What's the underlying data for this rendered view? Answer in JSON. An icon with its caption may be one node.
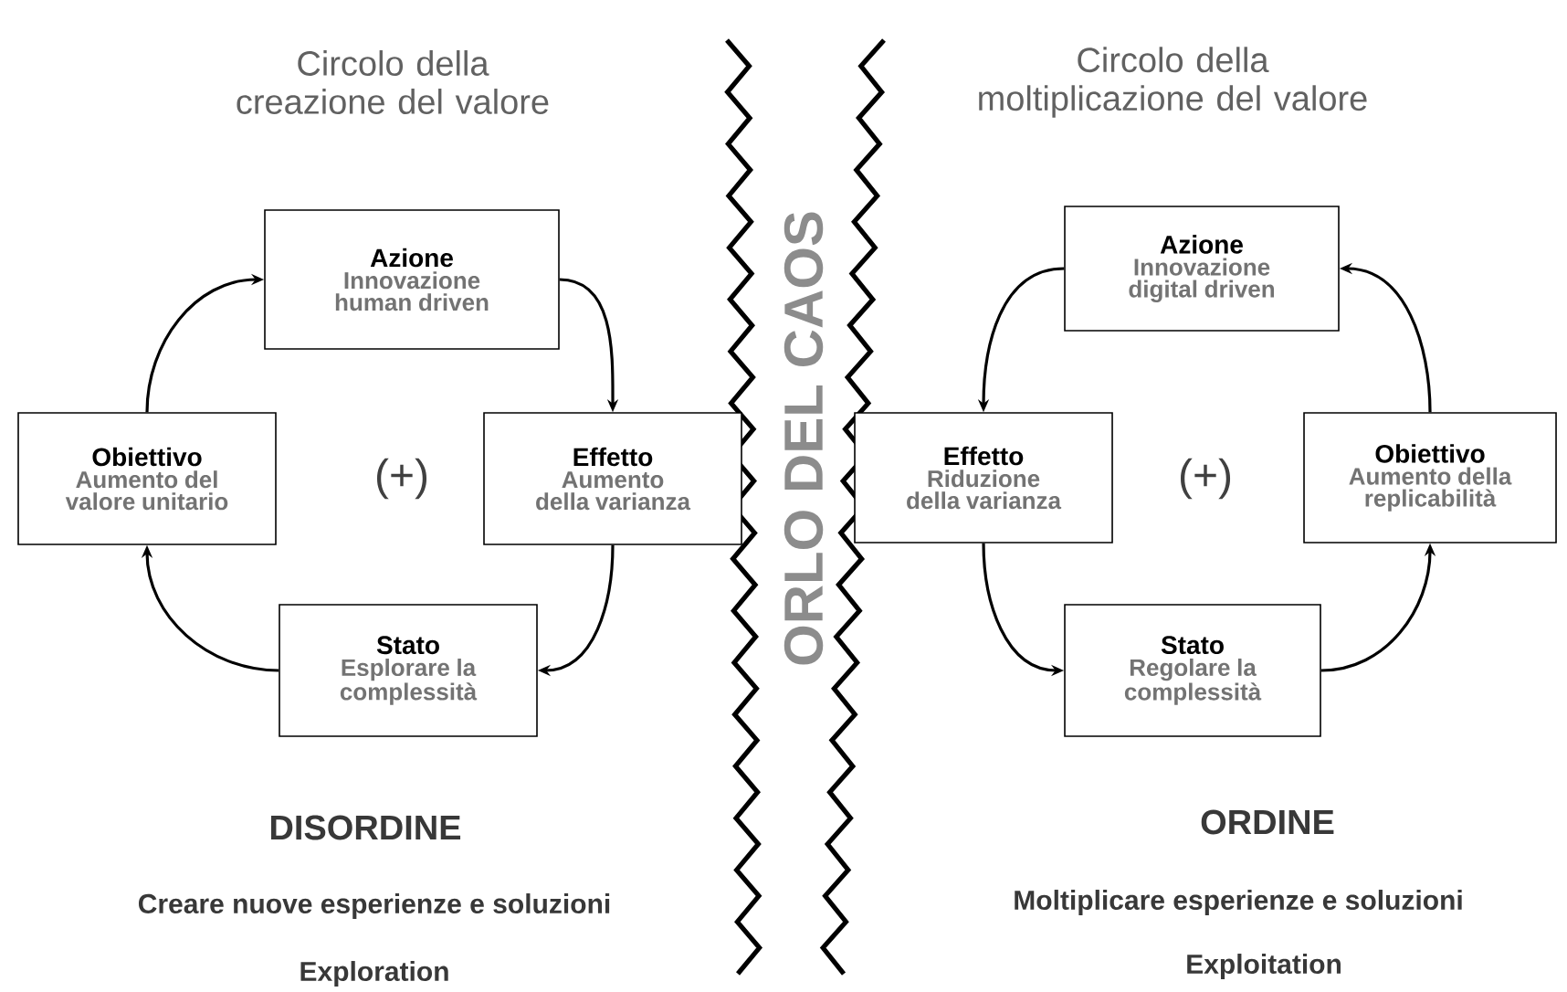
{
  "diagram": {
    "nodes": [
      {
        "text": [
          "Azione",
          "Innovazione human driven"
        ]
      },
      {
        "text": [
          "Effetto",
          "Aumento della varianza"
        ]
      },
      {
        "text": [
          "Stato",
          "Esplorare la complessità"
        ]
      },
      {
        "text": [
          "Obiettivo",
          "Aumento del valore unitario"
        ]
      },
      {
        "text": [
          "Azione",
          "Innovazione digital driven"
        ]
      },
      {
        "text": [
          "Effetto",
          "Riduzione della varianza"
        ]
      },
      {
        "text": [
          "Stato",
          "Regolare la complessità"
        ]
      },
      {
        "text": [
          "Obiettivo",
          "Aumento della replicabilità"
        ]
      }
    ],
    "edges": [
      {
        "from": 0,
        "to": 1,
        "arrow": "to"
      },
      {
        "from": 1,
        "to": 2,
        "arrow": "to"
      },
      {
        "from": 2,
        "to": 3,
        "arrow": "to"
      },
      {
        "from": 3,
        "to": 0,
        "arrow": "to"
      },
      {
        "from": 4,
        "to": 5,
        "arrow": "to"
      },
      {
        "from": 5,
        "to": 6,
        "arrow": "to"
      },
      {
        "from": 6,
        "to": 7,
        "arrow": "to"
      },
      {
        "from": 7,
        "to": 4,
        "arrow": "to"
      }
    ],
    "labels": [
      "Circolo della creazione del valore",
      "Circolo della moltiplicazione del valore",
      "(+)",
      "ORLO DEL CAOS",
      "(+)",
      "DISORDINE",
      "ORDINE",
      "Creare nuove esperienze e soluzioni",
      "Moltiplicare esperienze e soluzioni",
      "Exploration",
      "Exploitation"
    ]
  }
}
